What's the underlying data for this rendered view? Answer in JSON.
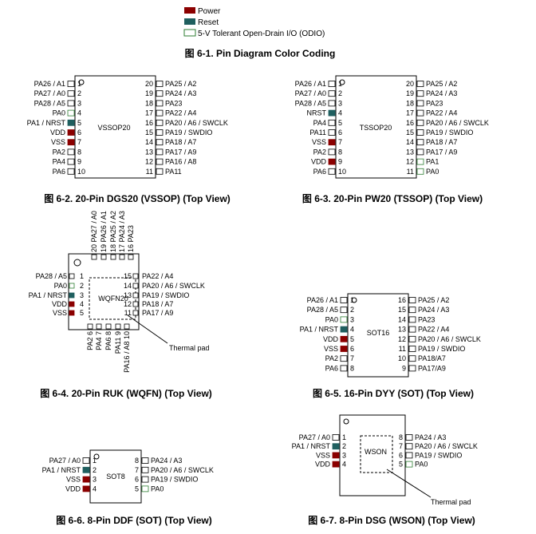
{
  "colors": {
    "power": "#8b0000",
    "reset": "#1f5f5f",
    "odio": "#ffffff",
    "odio_border": "#2e7d32",
    "default_border": "#000000"
  },
  "legend": {
    "items": [
      {
        "type": "power",
        "label": "Power"
      },
      {
        "type": "reset",
        "label": "Reset"
      },
      {
        "type": "odio",
        "label": "5-V Tolerant Open-Drain I/O (ODIO)"
      }
    ]
  },
  "captions": {
    "fig1": "图 6-1. Pin Diagram Color Coding",
    "fig2": "图 6-2. 20-Pin DGS20 (VSSOP) (Top View)",
    "fig3": "图 6-3. 20-Pin PW20 (TSSOP) (Top View)",
    "fig4": "图 6-4. 20-Pin RUK (WQFN) (Top View)",
    "fig5": "图 6-5. 16-Pin DYY (SOT) (Top View)",
    "fig6": "图 6-6. 8-Pin DDF (SOT) (Top View)",
    "fig7": "图 6-7. 8-Pin DSG (WSON) (Top View)"
  },
  "packages": {
    "vssop": {
      "name": "VSSOP20",
      "left": [
        [
          "1",
          "PA26 / A1",
          ""
        ],
        [
          "2",
          "PA27 / A0",
          ""
        ],
        [
          "3",
          "PA28 / A5",
          ""
        ],
        [
          "4",
          "PA0",
          "odio"
        ],
        [
          "5",
          "PA1 / NRST",
          "reset"
        ],
        [
          "6",
          "VDD",
          "power"
        ],
        [
          "7",
          "VSS",
          "power"
        ],
        [
          "8",
          "PA2",
          ""
        ],
        [
          "9",
          "PA4",
          ""
        ],
        [
          "10",
          "PA6",
          ""
        ]
      ],
      "right": [
        [
          "20",
          "PA25 / A2",
          ""
        ],
        [
          "19",
          "PA24 / A3",
          ""
        ],
        [
          "18",
          "PA23",
          ""
        ],
        [
          "17",
          "PA22 / A4",
          ""
        ],
        [
          "16",
          "PA20 / A6 / SWCLK",
          ""
        ],
        [
          "15",
          "PA19 / SWDIO",
          ""
        ],
        [
          "14",
          "PA18 / A7",
          ""
        ],
        [
          "13",
          "PA17 / A9",
          ""
        ],
        [
          "12",
          "PA16 / A8",
          ""
        ],
        [
          "11",
          "PA11",
          ""
        ]
      ]
    },
    "tssop": {
      "name": "TSSOP20",
      "left": [
        [
          "1",
          "PA26 / A1",
          ""
        ],
        [
          "2",
          "PA27 / A0",
          ""
        ],
        [
          "3",
          "PA28 / A5",
          ""
        ],
        [
          "4",
          "NRST",
          "reset"
        ],
        [
          "5",
          "PA4",
          ""
        ],
        [
          "6",
          "PA11",
          ""
        ],
        [
          "7",
          "VSS",
          "power"
        ],
        [
          "8",
          "PA2",
          ""
        ],
        [
          "9",
          "VDD",
          "power"
        ],
        [
          "10",
          "PA6",
          ""
        ]
      ],
      "right": [
        [
          "20",
          "PA25 / A2",
          ""
        ],
        [
          "19",
          "PA24 / A3",
          ""
        ],
        [
          "18",
          "PA23",
          ""
        ],
        [
          "17",
          "PA22 / A4",
          ""
        ],
        [
          "16",
          "PA20 / A6 / SWCLK",
          ""
        ],
        [
          "15",
          "PA19 / SWDIO",
          ""
        ],
        [
          "14",
          "PA18 / A7",
          ""
        ],
        [
          "13",
          "PA17 / A9",
          ""
        ],
        [
          "12",
          "PA1",
          "odio"
        ],
        [
          "11",
          "PA0",
          "odio"
        ]
      ]
    },
    "wqfn": {
      "name": "WQFN20",
      "thermal": "Thermal pad",
      "left": [
        [
          "1",
          "PA28 / A5",
          ""
        ],
        [
          "2",
          "PA0",
          "odio"
        ],
        [
          "3",
          "PA1 / NRST",
          "reset"
        ],
        [
          "4",
          "VDD",
          "power"
        ],
        [
          "5",
          "VSS",
          "power"
        ]
      ],
      "right": [
        [
          "15",
          "PA22 / A4",
          ""
        ],
        [
          "14",
          "PA20 / A6 / SWCLK",
          ""
        ],
        [
          "13",
          "PA19 / SWDIO",
          ""
        ],
        [
          "12",
          "PA18 / A7",
          ""
        ],
        [
          "11",
          "PA17 / A9",
          ""
        ]
      ],
      "top": [
        [
          "20",
          "PA27 / A0",
          ""
        ],
        [
          "19",
          "PA26 / A1",
          ""
        ],
        [
          "18",
          "PA25 / A2",
          ""
        ],
        [
          "17",
          "PA24 / A3",
          ""
        ],
        [
          "16",
          "PA23",
          ""
        ]
      ],
      "bottom": [
        [
          "6",
          "PA2",
          ""
        ],
        [
          "7",
          "PA4",
          ""
        ],
        [
          "8",
          "PA6",
          ""
        ],
        [
          "9",
          "PA11",
          ""
        ],
        [
          "10",
          "PA16 / A8",
          ""
        ]
      ]
    },
    "sot16": {
      "name": "SOT16",
      "left": [
        [
          "1",
          "PA26 / A1",
          ""
        ],
        [
          "2",
          "PA28 / A5",
          ""
        ],
        [
          "3",
          "PA0",
          "odio"
        ],
        [
          "4",
          "PA1 / NRST",
          "reset"
        ],
        [
          "5",
          "VDD",
          "power"
        ],
        [
          "6",
          "VSS",
          "power"
        ],
        [
          "7",
          "PA2",
          ""
        ],
        [
          "8",
          "PA6",
          ""
        ]
      ],
      "right": [
        [
          "16",
          "PA25 / A2",
          ""
        ],
        [
          "15",
          "PA24 / A3",
          ""
        ],
        [
          "14",
          "PA23",
          ""
        ],
        [
          "13",
          "PA22 / A4",
          ""
        ],
        [
          "12",
          "PA20 / A6 / SWCLK",
          ""
        ],
        [
          "11",
          "PA19 / SWDIO",
          ""
        ],
        [
          "10",
          "PA18/A7",
          ""
        ],
        [
          "9",
          "PA17/A9",
          ""
        ]
      ]
    },
    "sot8": {
      "name": "SOT8",
      "left": [
        [
          "1",
          "PA27 / A0",
          ""
        ],
        [
          "2",
          "PA1 / NRST",
          "reset"
        ],
        [
          "3",
          "VSS",
          "power"
        ],
        [
          "4",
          "VDD",
          "power"
        ]
      ],
      "right": [
        [
          "8",
          "PA24 / A3",
          ""
        ],
        [
          "7",
          "PA20 / A6 / SWCLK",
          ""
        ],
        [
          "6",
          "PA19 / SWDIO",
          ""
        ],
        [
          "5",
          "PA0",
          "odio"
        ]
      ]
    },
    "wson": {
      "name": "WSON",
      "thermal": "Thermal pad",
      "left": [
        [
          "1",
          "PA27 / A0",
          ""
        ],
        [
          "2",
          "PA1 / NRST",
          "reset"
        ],
        [
          "3",
          "VSS",
          "power"
        ],
        [
          "4",
          "VDD",
          "power"
        ]
      ],
      "right": [
        [
          "8",
          "PA24 / A3",
          ""
        ],
        [
          "7",
          "PA20 / A6 / SWCLK",
          ""
        ],
        [
          "6",
          "PA19 / SWDIO",
          ""
        ],
        [
          "5",
          "PA0",
          "odio"
        ]
      ]
    }
  }
}
